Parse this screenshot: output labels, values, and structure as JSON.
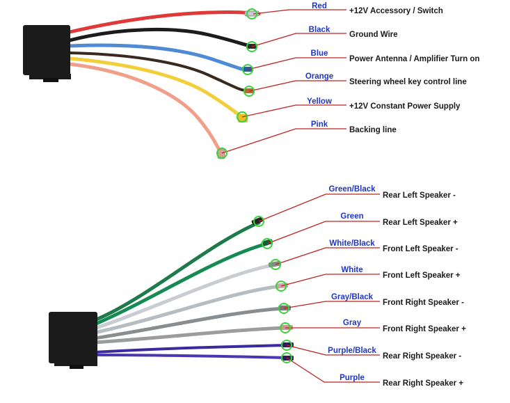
{
  "colors": {
    "callout": "#c0201e",
    "color_label": "#1f36c8",
    "function_label": "#1a1a1a",
    "marker": "#39d23c",
    "connector": "#1b1b1b"
  },
  "top_harness": {
    "wires": [
      {
        "color_name": "Red",
        "function": "+12V  Accessory / Switch",
        "wire_hex": "#e03a38"
      },
      {
        "color_name": "Black",
        "function": "Ground Wire",
        "wire_hex": "#1c1c1c"
      },
      {
        "color_name": "Blue",
        "function": "Power Antenna / Amplifier Turn on",
        "wire_hex": "#4f8ad6"
      },
      {
        "color_name": "Orange",
        "function": "Steering wheel key control line",
        "wire_hex": "#3a2a1e"
      },
      {
        "color_name": "Yellow",
        "function": "+12V Constant Power Supply",
        "wire_hex": "#f2cf3a"
      },
      {
        "color_name": "Pink",
        "function": "Backing line",
        "wire_hex": "#f0a08a"
      }
    ]
  },
  "bottom_harness": {
    "wires": [
      {
        "color_name": "Green/Black",
        "function": "Rear Left Speaker -",
        "wire_hex": "#1d7a4a"
      },
      {
        "color_name": "Green",
        "function": "Rear Left Speaker +",
        "wire_hex": "#168a52"
      },
      {
        "color_name": "White/Black",
        "function": "Front Left Speaker -",
        "wire_hex": "#c9ccd0"
      },
      {
        "color_name": "White",
        "function": "Front Left Speaker +",
        "wire_hex": "#b5bcc2"
      },
      {
        "color_name": "Gray/Black",
        "function": "Front Right Speaker -",
        "wire_hex": "#8a8d90"
      },
      {
        "color_name": "Gray",
        "function": "Front Right Speaker +",
        "wire_hex": "#9a9c9e"
      },
      {
        "color_name": "Purple/Black",
        "function": "Rear Right Speaker -",
        "wire_hex": "#3a2aa0"
      },
      {
        "color_name": "Purple",
        "function": "Rear Right Speaker +",
        "wire_hex": "#4a36b0"
      }
    ]
  }
}
